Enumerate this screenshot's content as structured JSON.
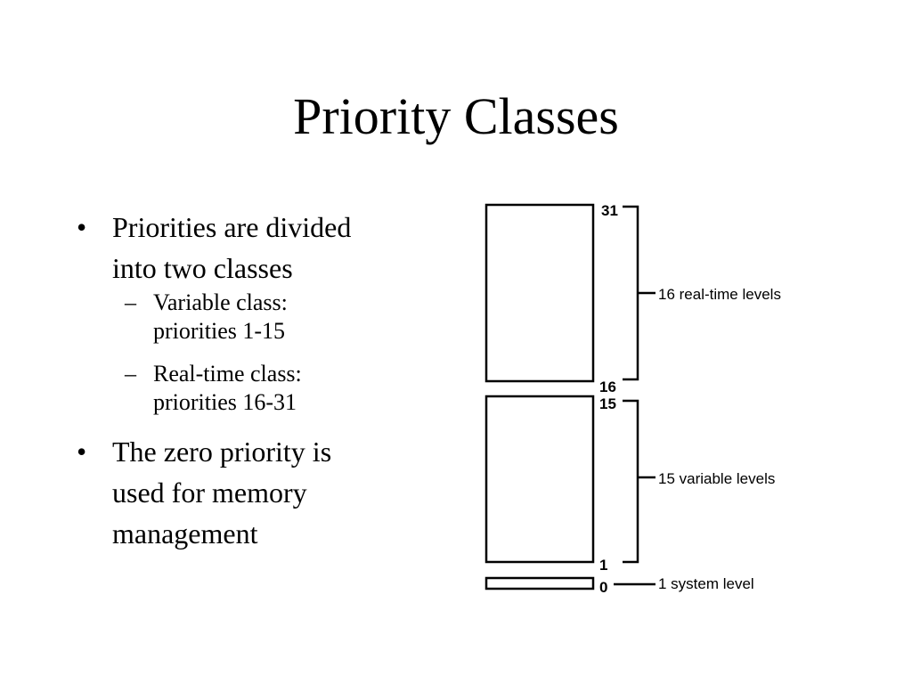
{
  "slide": {
    "title": "Priority Classes",
    "bullets": [
      {
        "lines": [
          "Priorities are divided",
          "into two classes"
        ],
        "sub": [
          {
            "lines": [
              "Variable class:",
              "priorities 1-15"
            ]
          },
          {
            "lines": [
              "Real-time class:",
              "priorities 16-31"
            ]
          }
        ]
      },
      {
        "lines": [
          "The zero priority is",
          "used for memory",
          "management"
        ]
      }
    ],
    "bullet_glyph": "•",
    "sub_bullet_glyph": "–"
  },
  "diagram": {
    "numbers": {
      "top": "31",
      "realtime_bottom": "16",
      "variable_top": "15",
      "variable_bottom": "1",
      "system": "0"
    },
    "labels": {
      "realtime": "16 real-time levels",
      "variable": "15 variable levels",
      "system": "1 system level"
    }
  }
}
